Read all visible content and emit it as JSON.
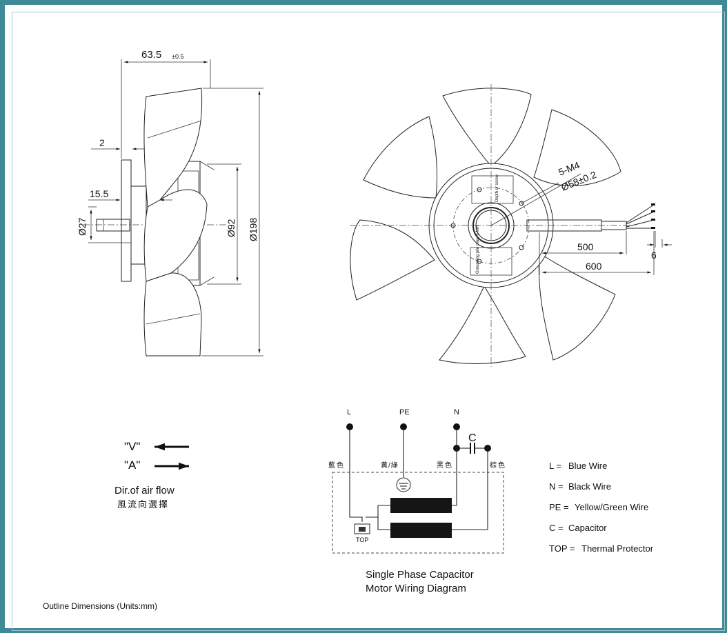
{
  "side_view": {
    "dim_width": "63.5",
    "dim_width_tol": "±0.5",
    "dim_2": "2",
    "dim_15_5": "15.5",
    "dim_shaft": "Ø27",
    "dim_motor": "Ø92",
    "dim_fan": "Ø198"
  },
  "front_view": {
    "dim_thread": "5-M4",
    "dim_bolt_circle": "Ø58±0.2",
    "label_depth": "Depth of screw",
    "label_earth": "Grounding pile max. 6 Nm",
    "dim_500": "500",
    "dim_600": "600",
    "dim_6": "6"
  },
  "airflow": {
    "v_label": "\"V\"",
    "a_label": "\"A\"",
    "title": "Dir.of air flow",
    "title_cn": "風流向選擇"
  },
  "wiring": {
    "terminal_L": "L",
    "terminal_PE": "PE",
    "terminal_N": "N",
    "capacitor": "C",
    "color_blue": "藍色",
    "color_yg": "黃/綠",
    "color_black": "黑色",
    "color_brown": "棕色",
    "top_label": "TOP",
    "caption_line1": "Single Phase Capacitor",
    "caption_line2": "Motor Wiring Diagram"
  },
  "legend": [
    {
      "key": "L",
      "desc": "Blue Wire"
    },
    {
      "key": "N",
      "desc": "Black Wire"
    },
    {
      "key": "PE",
      "desc": "Yellow/Green Wire"
    },
    {
      "key": "C",
      "desc": "Capacitor"
    },
    {
      "key": "TOP",
      "desc": "Thermal Protector"
    }
  ],
  "footer": "Outline Dimensions (Units:mm)",
  "colors": {
    "frame": "#3f8a96",
    "frame_inner": "#9fc8cf"
  }
}
